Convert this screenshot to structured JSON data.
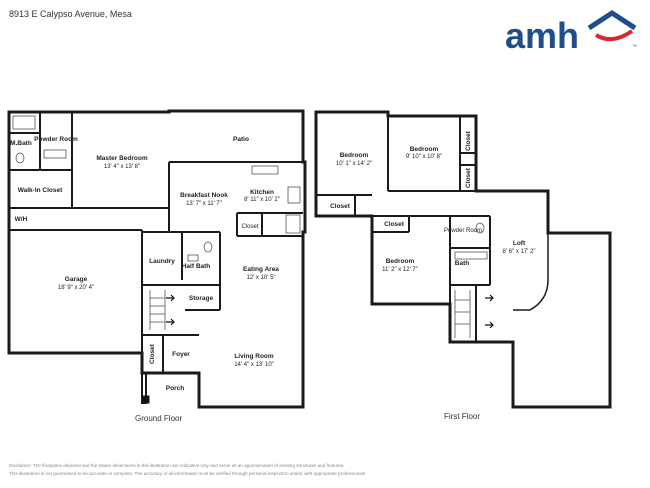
{
  "address": "8913 E Calypso Avenue, Mesa",
  "brand": {
    "name": "amh",
    "trademark": "™",
    "color_blue": "#1f4e8c",
    "color_red": "#d7282f"
  },
  "floors": {
    "ground": {
      "label": "Ground Floor",
      "rooms": {
        "mbath": "M.Bath",
        "powder": "Powder Room",
        "master": {
          "name": "Master Bedroom",
          "dim": "13' 4\" x 13' 8\""
        },
        "patio": "Patio",
        "walkin": "Walk-In Closet",
        "nook": {
          "name": "Breakfast Nook",
          "dim": "13' 7\" x 11' 7\""
        },
        "kitchen": {
          "name": "Kitchen",
          "dim": "8' 11\" x 10' 2\""
        },
        "wh": "W/H",
        "closet_kitchen": "Closet",
        "garage": {
          "name": "Garage",
          "dim": "18' 9\" x 20' 4\""
        },
        "laundry": "Laundry",
        "half_bath": "Half Bath",
        "eating": {
          "name": "Eating Area",
          "dim": "12' x 10' 5\""
        },
        "storage": "Storage",
        "closet_foyer": "Closet",
        "foyer": "Foyer",
        "living": {
          "name": "Living Room",
          "dim": "14' 4\" x 13' 10\""
        },
        "porch": "Porch"
      }
    },
    "first": {
      "label": "First Floor",
      "rooms": {
        "bed1": {
          "name": "Bedroom",
          "dim": "10' 1\" x 14' 2\""
        },
        "bed2": {
          "name": "Bedroom",
          "dim": "9' 10\" x 10' 8\""
        },
        "closet_b2a": "Closet",
        "closet_b2b": "Closet",
        "closet_b1": "Closet",
        "closet_b3": "Closet",
        "powder": "Powder Room",
        "loft": {
          "name": "Loft",
          "dim": "8' 6\" x 17' 2\""
        },
        "bed3": {
          "name": "Bedroom",
          "dim": "11' 2\" x 12' 7\""
        },
        "bath": "Bath"
      }
    }
  },
  "disclaimer": [
    "Disclaimer: The floorplans depicted and the stated dimensions in this illustration are indicative only and serve as an approximation of existing structures and features.",
    "This illustration is not guaranteed to be accurate or complete. The accuracy of all information must be verified through personal inspection and/or with appropriate professionals."
  ]
}
